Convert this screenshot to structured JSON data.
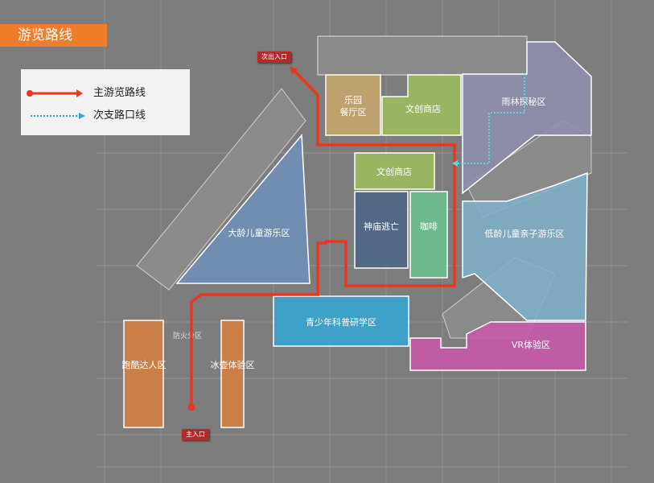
{
  "title": "游览路线",
  "legend": {
    "main_route": "主游览路线",
    "branch_route": "次支路口线"
  },
  "entrances": {
    "main": "主入口",
    "secondary": "次出入口"
  },
  "zones": {
    "restaurant_line1": "乐园",
    "restaurant_line2": "餐厅区",
    "shop_upper": "文创商店",
    "shop_lower": "文创商店",
    "rainforest": "雨林探秘区",
    "temple_run": "神庙逃亡",
    "coffee": "咖啡",
    "toddler": "低龄儿童亲子游乐区",
    "older_kids": "大龄儿童游乐区",
    "youth_science": "青少年科普研学区",
    "vr": "VR体验区",
    "parkour": "跑酷达人区",
    "curling": "冰壶体验区"
  },
  "fire_zone": "防火分区",
  "colors": {
    "route": "#e8391e",
    "branch": "#5fd4e0",
    "title_bg": "#ef7d2c"
  }
}
